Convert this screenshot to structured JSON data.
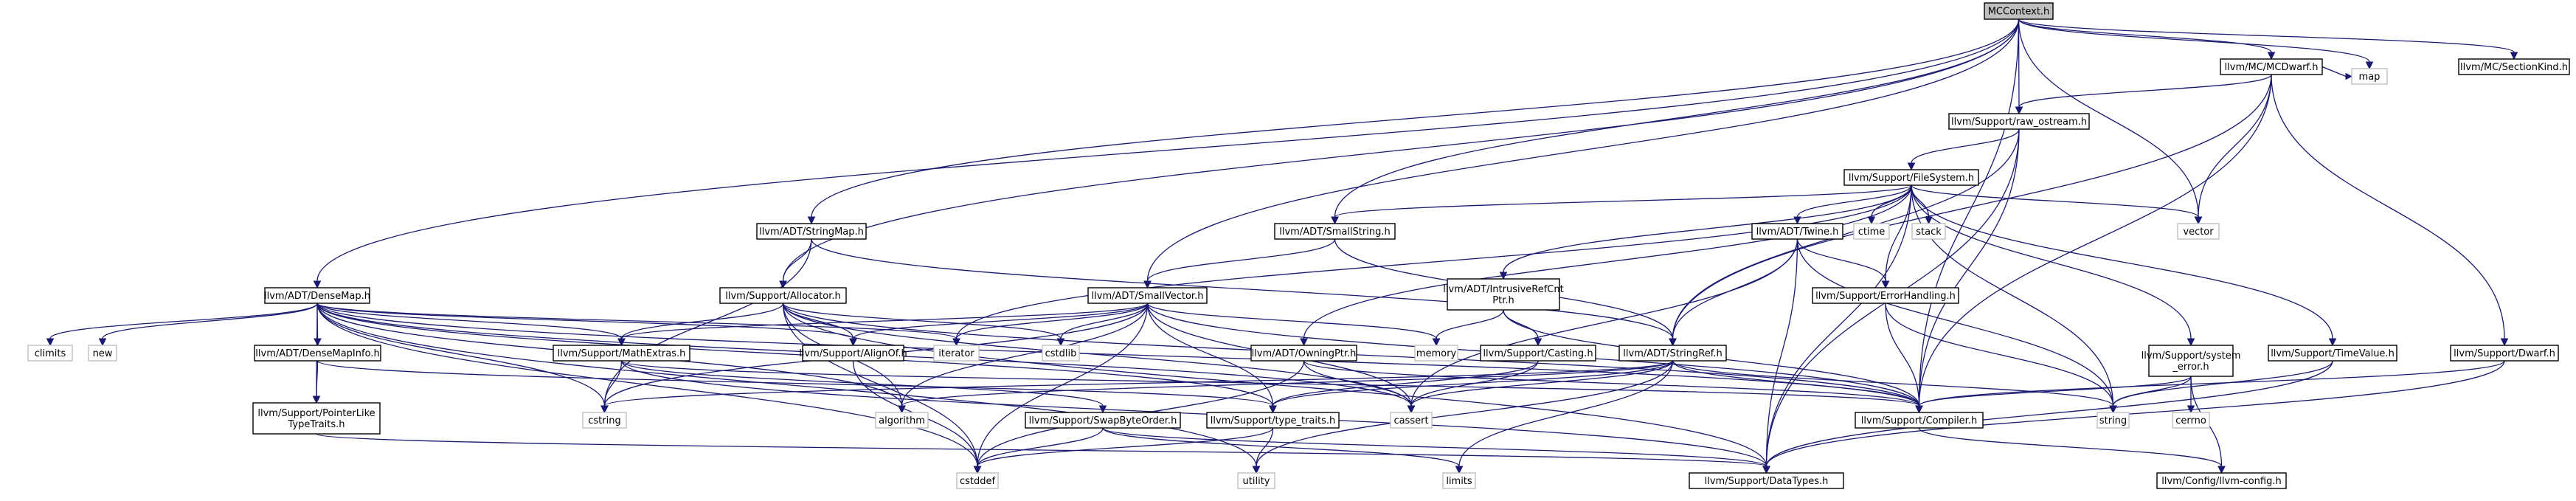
{
  "colors": {
    "root_fill": "#bfbfbf",
    "node_border": "#000000",
    "external_border": "#bfbfbf",
    "edge": "#191970"
  },
  "nodes": [
    {
      "id": "mccontext",
      "label": "MCContext.h",
      "kind": "root"
    },
    {
      "id": "mcdwarf",
      "label": "llvm/MC/MCDwarf.h",
      "kind": "internal"
    },
    {
      "id": "sectionkind",
      "label": "llvm/MC/SectionKind.h",
      "kind": "internal"
    },
    {
      "id": "raw_ostream",
      "label": "llvm/Support/raw_ostream.h",
      "kind": "internal"
    },
    {
      "id": "map",
      "label": "map",
      "kind": "external"
    },
    {
      "id": "filesystem",
      "label": "llvm/Support/FileSystem.h",
      "kind": "internal"
    },
    {
      "id": "vector",
      "label": "vector",
      "kind": "external"
    },
    {
      "id": "stringmap",
      "label": "llvm/ADT/StringMap.h",
      "kind": "internal"
    },
    {
      "id": "smallstring",
      "label": "llvm/ADT/SmallString.h",
      "kind": "internal"
    },
    {
      "id": "twine",
      "label": "llvm/ADT/Twine.h",
      "kind": "internal"
    },
    {
      "id": "ctime",
      "label": "ctime",
      "kind": "external"
    },
    {
      "id": "stack",
      "label": "stack",
      "kind": "external"
    },
    {
      "id": "densemap",
      "label": "llvm/ADT/DenseMap.h",
      "kind": "internal"
    },
    {
      "id": "allocator",
      "label": "llvm/Support/Allocator.h",
      "kind": "internal"
    },
    {
      "id": "smallvector",
      "label": "llvm/ADT/SmallVector.h",
      "kind": "internal"
    },
    {
      "id": "intrusive",
      "label": [
        "llvm/ADT/IntrusiveRefCnt",
        "Ptr.h"
      ],
      "kind": "internal"
    },
    {
      "id": "errorhandling",
      "label": "llvm/Support/ErrorHandling.h",
      "kind": "internal"
    },
    {
      "id": "system_error",
      "label": [
        "llvm/Support/system",
        "_error.h"
      ],
      "kind": "internal"
    },
    {
      "id": "timevalue",
      "label": "llvm/Support/TimeValue.h",
      "kind": "internal"
    },
    {
      "id": "dwarf",
      "label": "llvm/Support/Dwarf.h",
      "kind": "internal"
    },
    {
      "id": "climits",
      "label": "climits",
      "kind": "external"
    },
    {
      "id": "new",
      "label": "new",
      "kind": "external"
    },
    {
      "id": "densemapinfo",
      "label": "llvm/ADT/DenseMapInfo.h",
      "kind": "internal"
    },
    {
      "id": "mathextras",
      "label": "llvm/Support/MathExtras.h",
      "kind": "internal"
    },
    {
      "id": "alignof",
      "label": "llvm/Support/AlignOf.h",
      "kind": "internal"
    },
    {
      "id": "iterator",
      "label": "iterator",
      "kind": "external"
    },
    {
      "id": "cstdlib",
      "label": "cstdlib",
      "kind": "external"
    },
    {
      "id": "memory",
      "label": "memory",
      "kind": "external"
    },
    {
      "id": "owningptr",
      "label": "llvm/ADT/OwningPtr.h",
      "kind": "internal"
    },
    {
      "id": "casting",
      "label": "llvm/Support/Casting.h",
      "kind": "internal"
    },
    {
      "id": "stringref",
      "label": "llvm/ADT/StringRef.h",
      "kind": "internal"
    },
    {
      "id": "pointerlike",
      "label": [
        "llvm/Support/PointerLike",
        "TypeTraits.h"
      ],
      "kind": "internal"
    },
    {
      "id": "cstring",
      "label": "cstring",
      "kind": "external"
    },
    {
      "id": "algorithm",
      "label": "algorithm",
      "kind": "external"
    },
    {
      "id": "swapbyteorder",
      "label": "llvm/Support/SwapByteOrder.h",
      "kind": "internal"
    },
    {
      "id": "type_traits",
      "label": "llvm/Support/type_traits.h",
      "kind": "internal"
    },
    {
      "id": "cassert",
      "label": "cassert",
      "kind": "external"
    },
    {
      "id": "compiler",
      "label": "llvm/Support/Compiler.h",
      "kind": "internal"
    },
    {
      "id": "string",
      "label": "string",
      "kind": "external"
    },
    {
      "id": "cerrno",
      "label": "cerrno",
      "kind": "external"
    },
    {
      "id": "cstddef",
      "label": "cstddef",
      "kind": "external"
    },
    {
      "id": "utility",
      "label": "utility",
      "kind": "external"
    },
    {
      "id": "limits",
      "label": "limits",
      "kind": "external"
    },
    {
      "id": "datatypes",
      "label": "llvm/Support/DataTypes.h",
      "kind": "internal"
    },
    {
      "id": "llvmconfig",
      "label": "llvm/Config/llvm-config.h",
      "kind": "internal"
    }
  ],
  "edges": [
    [
      "mccontext",
      "mcdwarf"
    ],
    [
      "mccontext",
      "sectionkind"
    ],
    [
      "mccontext",
      "raw_ostream"
    ],
    [
      "mccontext",
      "map"
    ],
    [
      "mccontext",
      "vector"
    ],
    [
      "mccontext",
      "stringmap"
    ],
    [
      "mccontext",
      "smallstring"
    ],
    [
      "mccontext",
      "densemap"
    ],
    [
      "mccontext",
      "allocator"
    ],
    [
      "mccontext",
      "smallvector"
    ],
    [
      "mccontext",
      "compiler"
    ],
    [
      "mcdwarf",
      "raw_ostream"
    ],
    [
      "mcdwarf",
      "map"
    ],
    [
      "mcdwarf",
      "vector"
    ],
    [
      "mcdwarf",
      "stringref"
    ],
    [
      "mcdwarf",
      "dwarf"
    ],
    [
      "mcdwarf",
      "compiler"
    ],
    [
      "raw_ostream",
      "filesystem"
    ],
    [
      "raw_ostream",
      "stringref"
    ],
    [
      "raw_ostream",
      "compiler"
    ],
    [
      "raw_ostream",
      "datatypes"
    ],
    [
      "filesystem",
      "vector"
    ],
    [
      "filesystem",
      "smallstring"
    ],
    [
      "filesystem",
      "twine"
    ],
    [
      "filesystem",
      "ctime"
    ],
    [
      "filesystem",
      "stack"
    ],
    [
      "filesystem",
      "intrusive"
    ],
    [
      "filesystem",
      "errorhandling"
    ],
    [
      "filesystem",
      "system_error"
    ],
    [
      "filesystem",
      "timevalue"
    ],
    [
      "filesystem",
      "owningptr"
    ],
    [
      "filesystem",
      "iterator"
    ],
    [
      "filesystem",
      "string"
    ],
    [
      "filesystem",
      "datatypes"
    ],
    [
      "stringmap",
      "allocator"
    ],
    [
      "stringmap",
      "stringref"
    ],
    [
      "stringmap",
      "cstring"
    ],
    [
      "smallstring",
      "smallvector"
    ],
    [
      "smallstring",
      "stringref"
    ],
    [
      "twine",
      "stringref"
    ],
    [
      "twine",
      "errorhandling"
    ],
    [
      "twine",
      "cassert"
    ],
    [
      "twine",
      "string"
    ],
    [
      "twine",
      "datatypes"
    ],
    [
      "densemap",
      "climits"
    ],
    [
      "densemap",
      "new"
    ],
    [
      "densemap",
      "densemapinfo"
    ],
    [
      "densemap",
      "mathextras"
    ],
    [
      "densemap",
      "alignof"
    ],
    [
      "densemap",
      "iterator"
    ],
    [
      "densemap",
      "pointerlike"
    ],
    [
      "densemap",
      "cstring"
    ],
    [
      "densemap",
      "algorithm"
    ],
    [
      "densemap",
      "type_traits"
    ],
    [
      "densemap",
      "cassert"
    ],
    [
      "densemap",
      "compiler"
    ],
    [
      "densemap",
      "cstddef"
    ],
    [
      "densemap",
      "utility"
    ],
    [
      "allocator",
      "alignof"
    ],
    [
      "allocator",
      "mathextras"
    ],
    [
      "allocator",
      "cstdlib"
    ],
    [
      "allocator",
      "cstddef"
    ],
    [
      "allocator",
      "compiler"
    ],
    [
      "allocator",
      "datatypes"
    ],
    [
      "allocator",
      "cassert"
    ],
    [
      "allocator",
      "algorithm"
    ],
    [
      "smallvector",
      "alignof"
    ],
    [
      "smallvector",
      "mathextras"
    ],
    [
      "smallvector",
      "iterator"
    ],
    [
      "smallvector",
      "cstdlib"
    ],
    [
      "smallvector",
      "memory"
    ],
    [
      "smallvector",
      "compiler"
    ],
    [
      "smallvector",
      "type_traits"
    ],
    [
      "smallvector",
      "cassert"
    ],
    [
      "smallvector",
      "algorithm"
    ],
    [
      "smallvector",
      "cstring"
    ],
    [
      "smallvector",
      "cstddef"
    ],
    [
      "intrusive",
      "memory"
    ],
    [
      "intrusive",
      "casting"
    ],
    [
      "intrusive",
      "compiler"
    ],
    [
      "errorhandling",
      "compiler"
    ],
    [
      "errorhandling",
      "string"
    ],
    [
      "system_error",
      "compiler"
    ],
    [
      "system_error",
      "string"
    ],
    [
      "system_error",
      "cerrno"
    ],
    [
      "system_error",
      "llvmconfig"
    ],
    [
      "timevalue",
      "datatypes"
    ],
    [
      "timevalue",
      "string"
    ],
    [
      "dwarf",
      "compiler"
    ],
    [
      "dwarf",
      "datatypes"
    ],
    [
      "densemapinfo",
      "pointerlike"
    ],
    [
      "densemapinfo",
      "type_traits"
    ],
    [
      "mathextras",
      "swapbyteorder"
    ],
    [
      "mathextras",
      "compiler"
    ],
    [
      "mathextras",
      "cstring"
    ],
    [
      "mathextras",
      "datatypes"
    ],
    [
      "owningptr",
      "compiler"
    ],
    [
      "owningptr",
      "cassert"
    ],
    [
      "owningptr",
      "cstddef"
    ],
    [
      "casting",
      "type_traits"
    ],
    [
      "casting",
      "cassert"
    ],
    [
      "stringref",
      "type_traits"
    ],
    [
      "stringref",
      "compiler"
    ],
    [
      "stringref",
      "algorithm"
    ],
    [
      "stringref",
      "cassert"
    ],
    [
      "stringref",
      "cstring"
    ],
    [
      "stringref",
      "limits"
    ],
    [
      "stringref",
      "string"
    ],
    [
      "stringref",
      "utility"
    ],
    [
      "pointerlike",
      "datatypes"
    ],
    [
      "swapbyteorder",
      "datatypes"
    ],
    [
      "swapbyteorder",
      "cstddef"
    ],
    [
      "swapbyteorder",
      "limits"
    ],
    [
      "type_traits",
      "cstddef"
    ],
    [
      "type_traits",
      "utility"
    ],
    [
      "compiler",
      "llvmconfig"
    ],
    [
      "alignof",
      "cstddef"
    ]
  ]
}
